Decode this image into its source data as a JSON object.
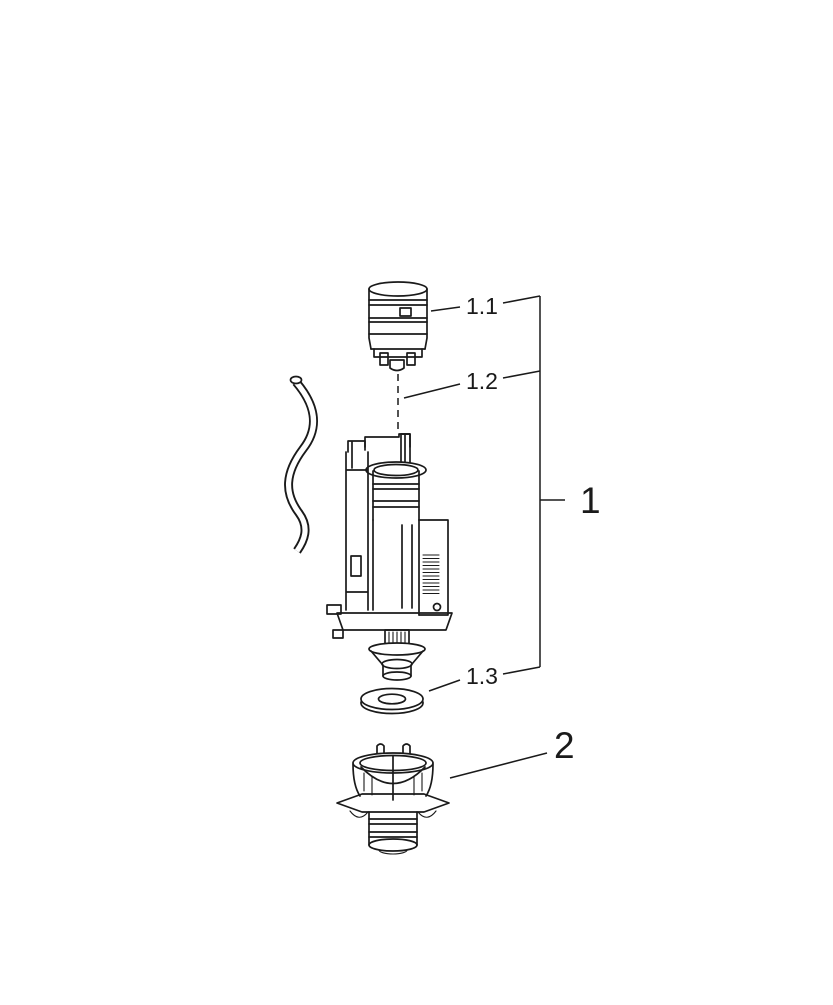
{
  "colors": {
    "background": "#ffffff",
    "line": "#1a1a1a"
  },
  "diagram": {
    "callouts": {
      "part_1_1": "1.1",
      "part_1_2": "1.2",
      "part_1_3": "1.3",
      "group_1": "1",
      "part_2": "2"
    }
  }
}
